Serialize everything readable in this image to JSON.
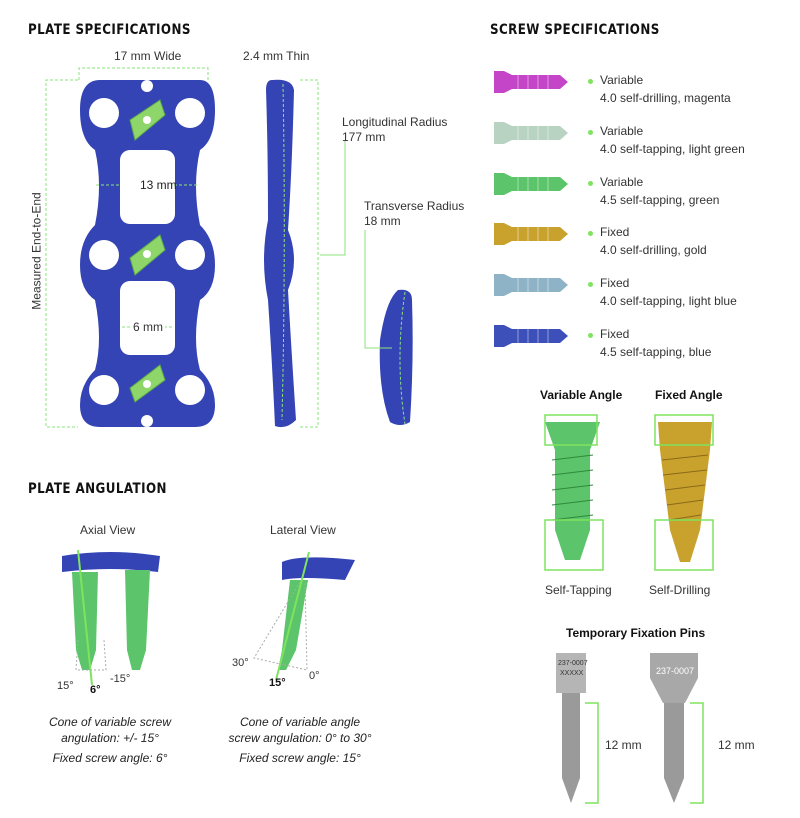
{
  "plate_specs": {
    "title": "PLATE SPECIFICATIONS",
    "width": "17 mm Wide",
    "thickness": "2.4 mm Thin",
    "length_label": "Measured End-to-End",
    "waist": "13 mm",
    "slot": "6 mm",
    "longitudinal_radius": "Longitudinal Radius",
    "longitudinal_value": "177 mm",
    "transverse_radius": "Transverse Radius",
    "transverse_value": "18 mm"
  },
  "screw_specs": {
    "title": "SCREW SPECIFICATIONS",
    "items": [
      {
        "type": "Variable",
        "desc": "4.0 self-drilling, magenta",
        "color": "#c545c8"
      },
      {
        "type": "Variable",
        "desc": "4.0 self-tapping, light green",
        "color": "#b9d3c2"
      },
      {
        "type": "Variable",
        "desc": "4.5 self-tapping, green",
        "color": "#5cc46a"
      },
      {
        "type": "Fixed",
        "desc": "4.0 self-drilling, gold",
        "color": "#c9a22e"
      },
      {
        "type": "Fixed",
        "desc": "4.0 self-tapping, light blue",
        "color": "#8fb3c6"
      },
      {
        "type": "Fixed",
        "desc": "4.5 self-tapping, blue",
        "color": "#3d4fb8"
      }
    ]
  },
  "screw_types": {
    "variable": "Variable Angle",
    "fixed": "Fixed Angle",
    "self_tapping": "Self-Tapping",
    "self_drilling": "Self-Drilling"
  },
  "pins": {
    "title": "Temporary Fixation Pins",
    "left_length": "12 mm",
    "right_length": "12 mm",
    "left_mark": "237-0007",
    "left_mark2": "XXXXX",
    "right_mark": "237-0007"
  },
  "angulation": {
    "title": "PLATE ANGULATION",
    "axial": {
      "label": "Axial View",
      "left_angle": "15°",
      "right_angle": "-15°",
      "fixed_angle": "6°",
      "caption1": "Cone of variable screw",
      "caption2": "angulation: +/- 15°",
      "caption3": "Fixed screw angle: 6°"
    },
    "lateral": {
      "label": "Lateral View",
      "left_angle": "30°",
      "right_angle": "0°",
      "fixed_angle": "15°",
      "caption1": "Cone of variable angle",
      "caption2": "screw angulation: 0° to 30°",
      "caption3": "Fixed screw angle: 15°"
    }
  },
  "colors": {
    "plate": "#3544b5",
    "accent": "#7ee35e"
  }
}
